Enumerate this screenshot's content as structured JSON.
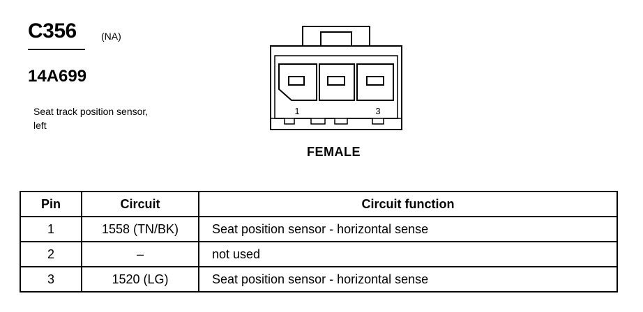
{
  "connector": {
    "id": "C356",
    "market": "(NA)",
    "part_number": "14A699",
    "description_line1": "Seat track position sensor,",
    "description_line2": "left"
  },
  "diagram": {
    "pin_label_first": "1",
    "pin_label_last": "3",
    "gender": "FEMALE"
  },
  "table": {
    "headers": [
      "Pin",
      "Circuit",
      "Circuit function"
    ],
    "rows": [
      {
        "pin": "1",
        "circuit": "1558 (TN/BK)",
        "function": "Seat position sensor - horizontal sense"
      },
      {
        "pin": "2",
        "circuit": "–",
        "function": "not used"
      },
      {
        "pin": "3",
        "circuit": "1520 (LG)",
        "function": "Seat position sensor - horizontal sense"
      }
    ]
  }
}
